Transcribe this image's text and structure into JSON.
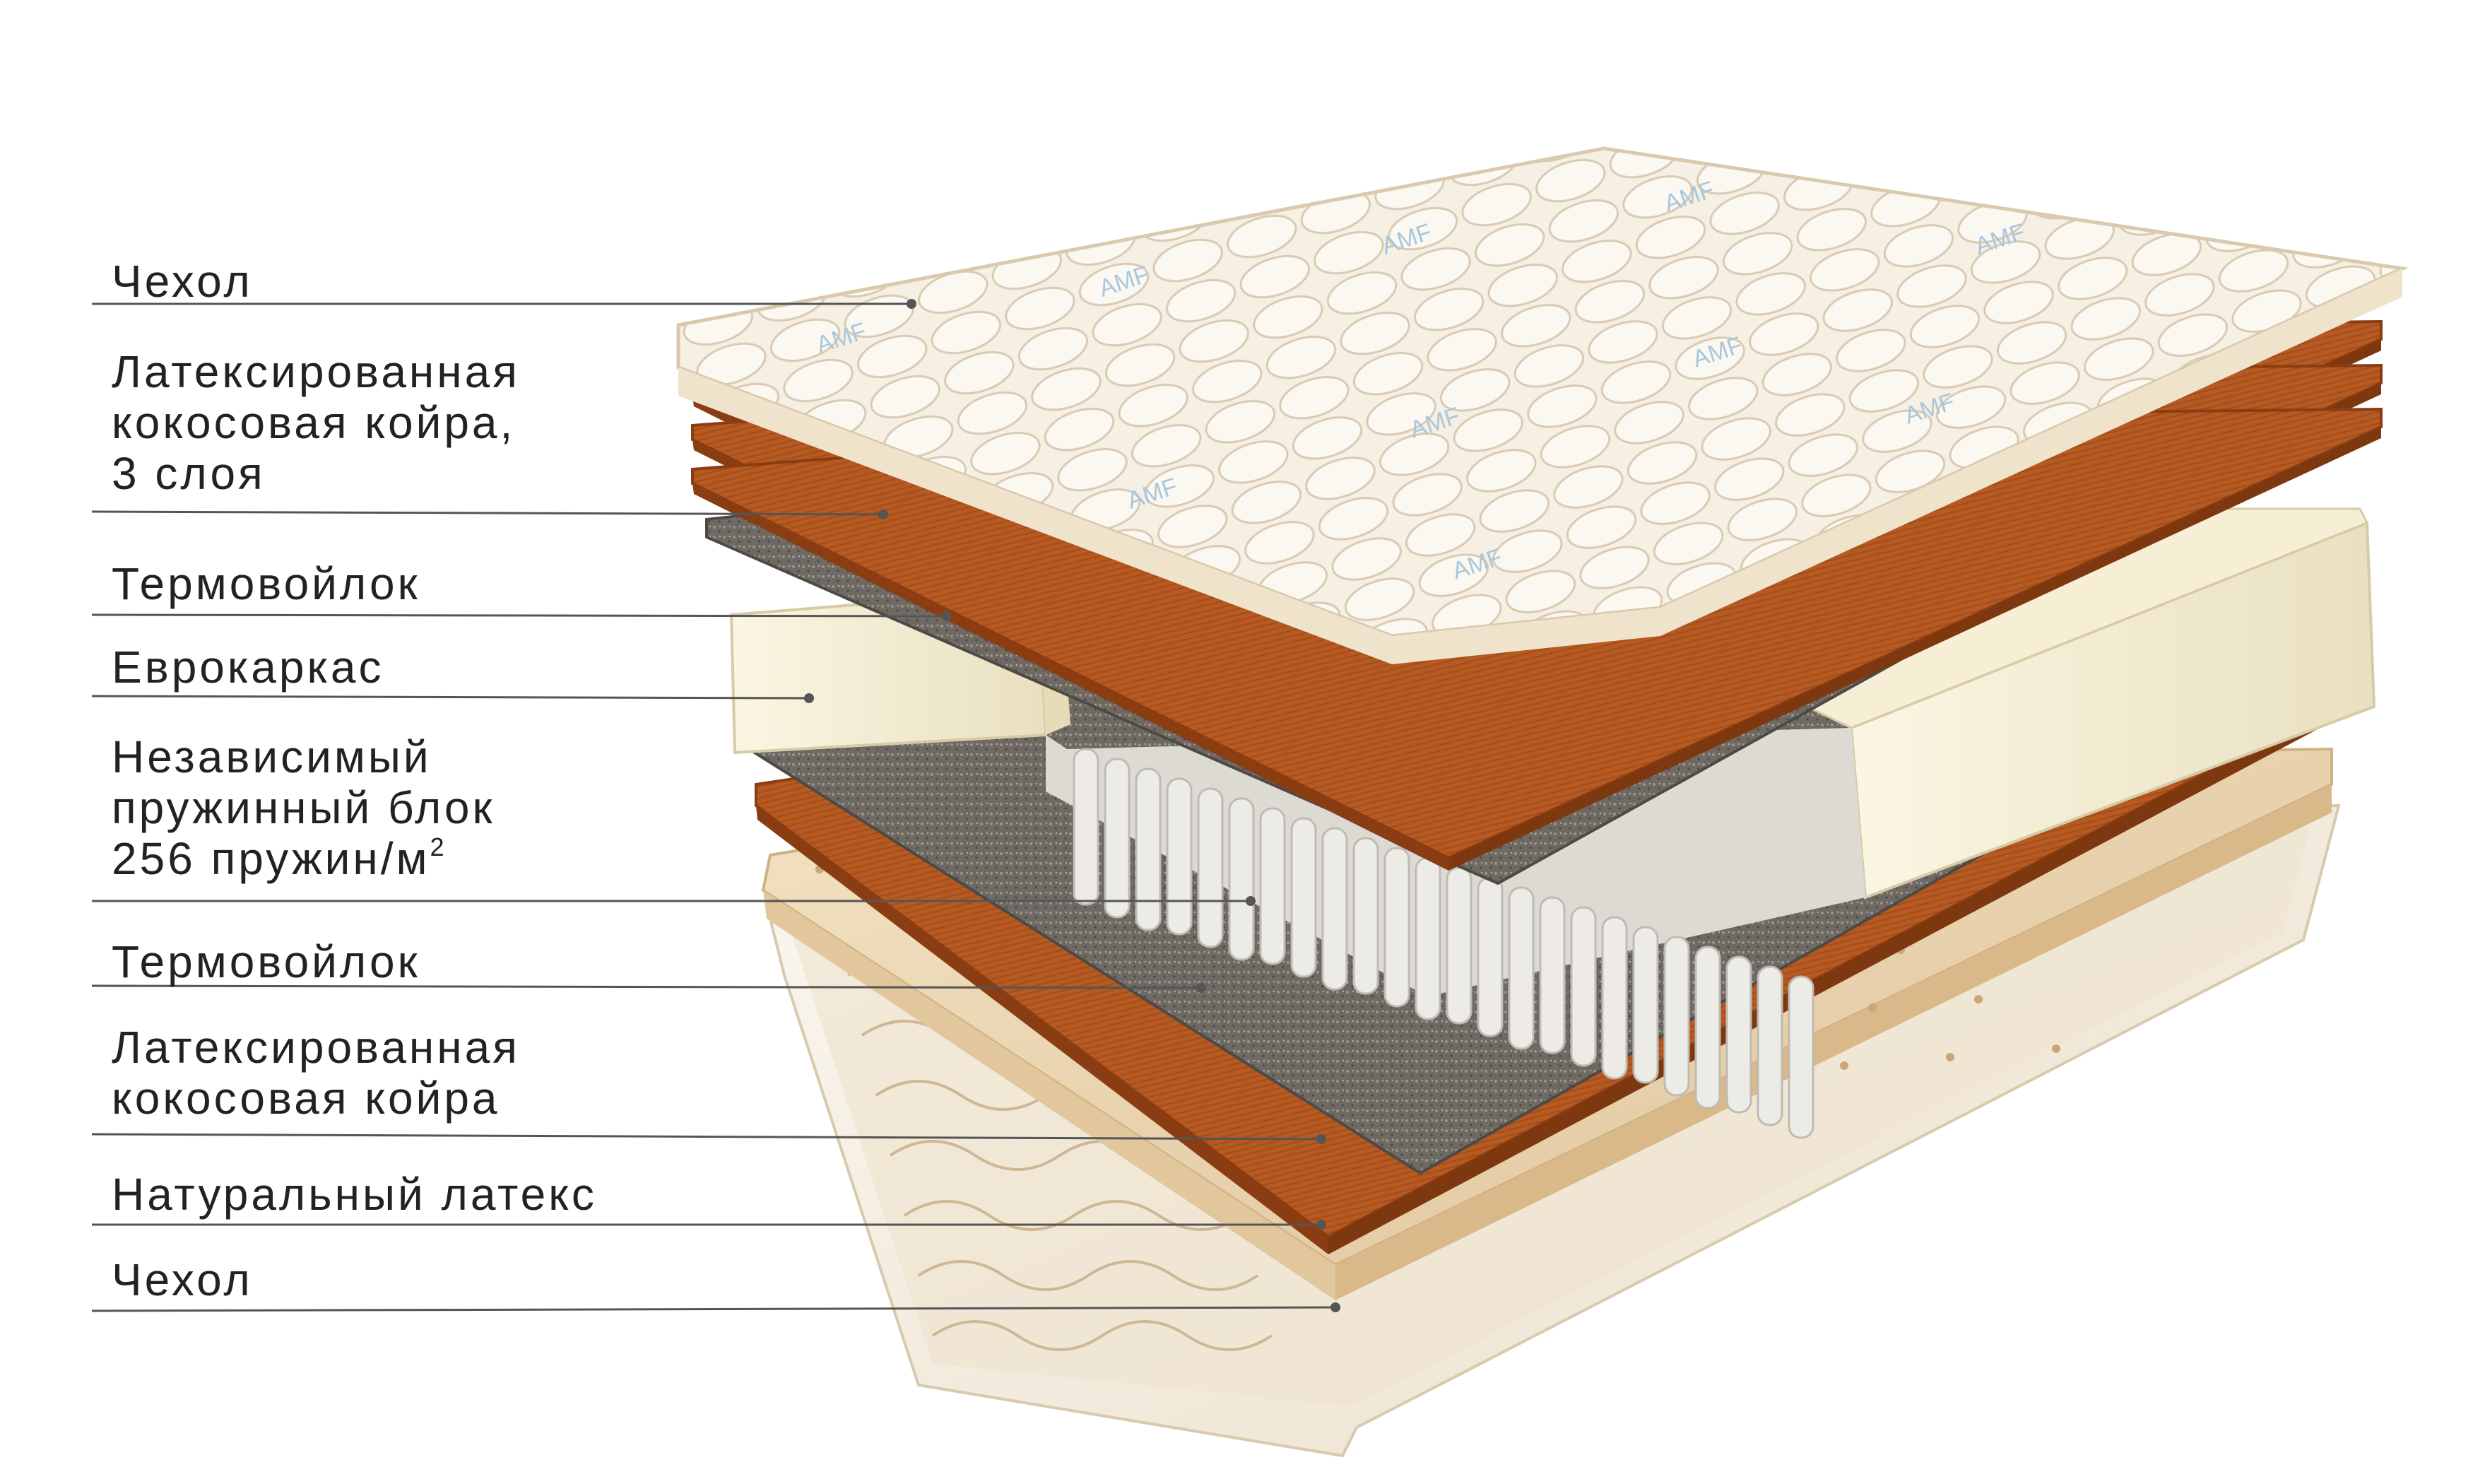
{
  "brand": {
    "quilt_text": "AMF"
  },
  "labels": [
    {
      "text": "Чехол"
    },
    {
      "text": "Латексированная\nкокосовая койра,\n3 слоя"
    },
    {
      "text": "Термовойлок"
    },
    {
      "text": "Еврокаркас"
    },
    {
      "text": "Независимый\nпружинный блок\n256 пружин/м",
      "sup": "2"
    },
    {
      "text": "Термовойлок"
    },
    {
      "text": "Латексированная\nкокосовая койра"
    },
    {
      "text": "Натуральный латекс"
    },
    {
      "text": "Чехол"
    }
  ],
  "colors": {
    "background": "#ffffff",
    "text": "#222222",
    "leader_line": "#555555",
    "cover": "#f1e8da",
    "cover_stitch": "#d8c9b0",
    "coir": "#b65a22",
    "coir_edge": "#8a3d12",
    "felt": "#6e6963",
    "foam": "#f3ecd2",
    "latex": "#ecd6b0",
    "spring": "#ecebe6"
  }
}
